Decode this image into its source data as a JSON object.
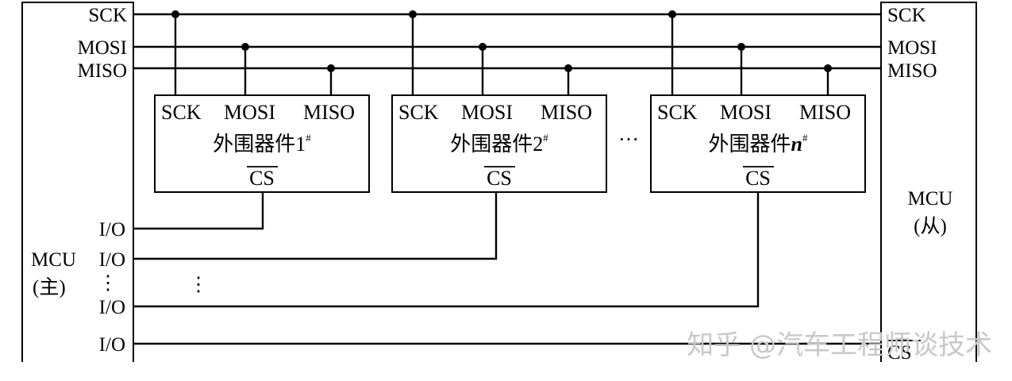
{
  "bus": [
    {
      "id": "sck",
      "label": "SCK"
    },
    {
      "id": "mosi",
      "label": "MOSI"
    },
    {
      "id": "miso",
      "label": "MISO"
    }
  ],
  "master": {
    "label": "MCU",
    "sublabel": "(主)",
    "io_label": "I/O"
  },
  "slave": {
    "label": "MCU",
    "sublabel": "(从)",
    "pins": [
      "SCK",
      "MOSI",
      "MISO"
    ],
    "cs_label": "CS"
  },
  "devices": [
    {
      "pins": [
        "SCK",
        "MOSI",
        "MISO"
      ],
      "name": "外围器件1",
      "mark": "#",
      "cs": "CS"
    },
    {
      "pins": [
        "SCK",
        "MOSI",
        "MISO"
      ],
      "name": "外围器件2",
      "mark": "#",
      "cs": "CS"
    },
    {
      "pins": [
        "SCK",
        "MOSI",
        "MISO"
      ],
      "name": "外围器件",
      "italic_suffix": "n",
      "mark": "#",
      "cs": "CS"
    }
  ],
  "ellipsis_h": "···",
  "vdots": "⋮",
  "watermark": "知乎 @汽车工程师谈技术"
}
